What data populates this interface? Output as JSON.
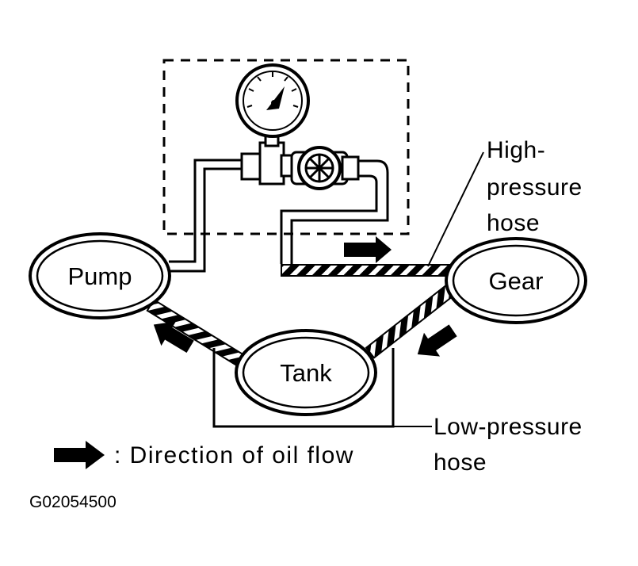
{
  "components": {
    "pump": "Pump",
    "gear": "Gear",
    "tank": "Tank"
  },
  "callouts": {
    "high_pressure_line1": "High-",
    "high_pressure_line2": "pressure",
    "high_pressure_line3": "hose",
    "low_pressure_line1": "Low-pressure",
    "low_pressure_line2": "hose"
  },
  "legend": {
    "text": ": Direction of oil flow"
  },
  "figure_code": "G02054500",
  "colors": {
    "ink": "#000000",
    "paper": "#ffffff"
  }
}
